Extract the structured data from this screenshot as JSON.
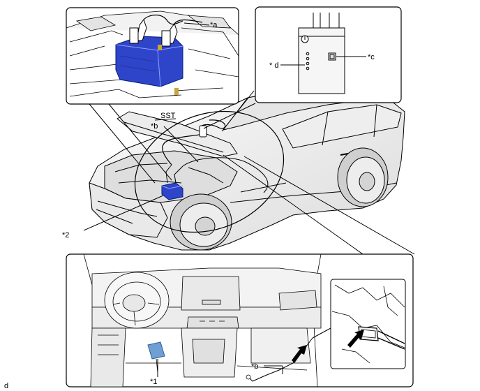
{
  "labels": {
    "a": "*a",
    "b_top": "*b",
    "b_bottom": "*b",
    "c": "*c",
    "d": "* d",
    "sst": "SST",
    "one": "*1",
    "two": "*2",
    "footer": "d"
  },
  "colors": {
    "battery_blue": "#2f45c9",
    "pedal_blue": "#6f9fd3",
    "line": "#000000",
    "car_fill": "#f4f4f4",
    "car_shade": "#d9d9d9"
  }
}
